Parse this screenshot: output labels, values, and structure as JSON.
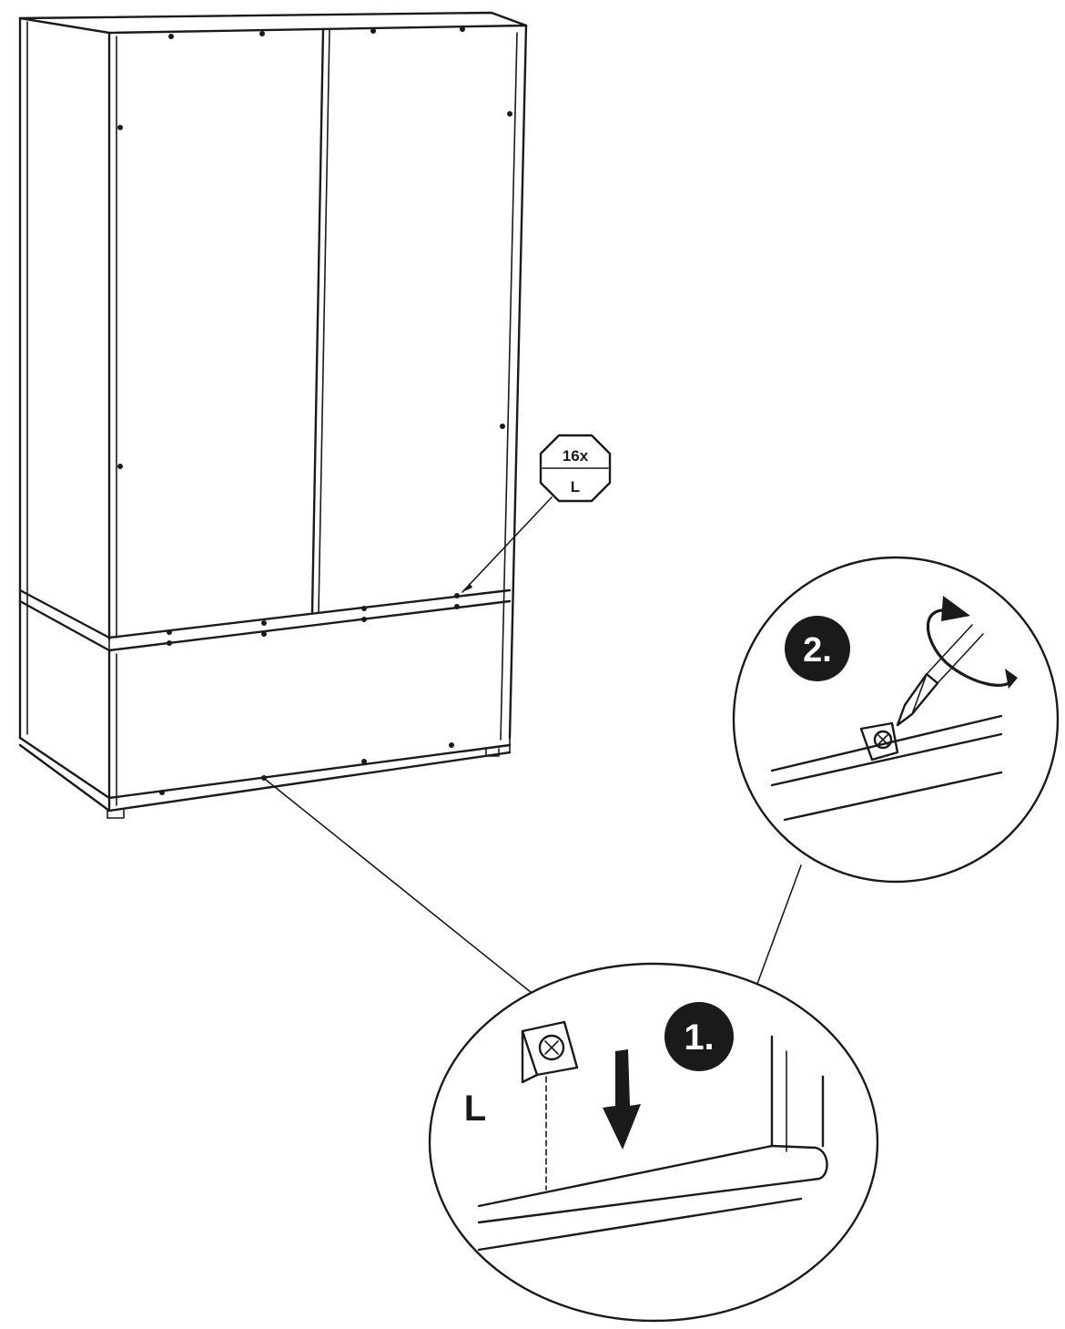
{
  "hardware_badge": {
    "quantity": "16x",
    "part_letter": "L"
  },
  "detail_step_1": {
    "number": "1.",
    "part_letter": "L"
  },
  "detail_step_2": {
    "number": "2."
  },
  "colors": {
    "line": "#1a1a1a",
    "background": "#ffffff",
    "badge_fill": "#1a1a1a"
  }
}
